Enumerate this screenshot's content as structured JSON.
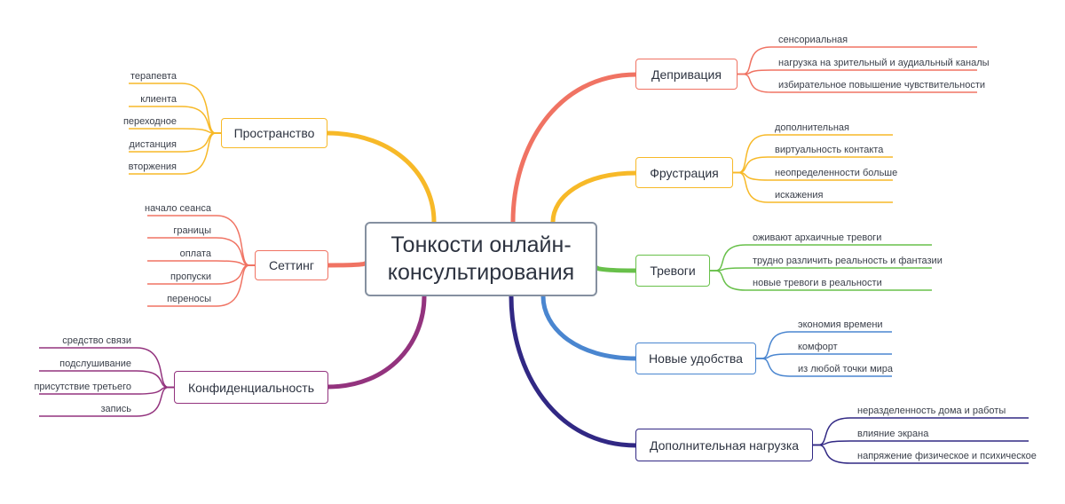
{
  "central": {
    "title": "Тонкости онлайн-консультирования"
  },
  "branches": [
    {
      "id": "deprivation",
      "label": "Депривация",
      "color": "#f07363",
      "leaves": [
        "сенсориальная",
        "нагрузка на зрительный и аудиальный каналы",
        "избирательное повышение чувствительности"
      ]
    },
    {
      "id": "frustration",
      "label": "Фрустрация",
      "color": "#f7b928",
      "leaves": [
        "дополнительная",
        "виртуальность контакта",
        "неопределенности больше",
        "искажения"
      ]
    },
    {
      "id": "anxieties",
      "label": "Тревоги",
      "color": "#68c04a",
      "leaves": [
        "оживают архаичные тревоги",
        "трудно различить реальность и фантазии",
        "новые тревоги в реальности"
      ]
    },
    {
      "id": "conveniences",
      "label": "Новые удобства",
      "color": "#4a86d0",
      "leaves": [
        "экономия времени",
        "комфорт",
        "из любой точки мира"
      ]
    },
    {
      "id": "extra-load",
      "label": "Дополнительная нагрузка",
      "color": "#312884",
      "leaves": [
        "неразделенность дома и работы",
        "влияние экрана",
        "напряжение физическое и психическое"
      ]
    },
    {
      "id": "space",
      "label": "Пространство",
      "color": "#f7b928",
      "leaves": [
        "терапевта",
        "клиента",
        "переходное",
        "дистанция",
        "вторжения"
      ]
    },
    {
      "id": "setting",
      "label": "Сеттинг",
      "color": "#f07363",
      "leaves": [
        "начало сеанса",
        "границы",
        "оплата",
        "пропуски",
        "переносы"
      ]
    },
    {
      "id": "confidentiality",
      "label": "Конфиденциальность",
      "color": "#93337e",
      "leaves": [
        "средство связи",
        "подслушивание",
        "присутствие третьего",
        "запись"
      ]
    }
  ]
}
